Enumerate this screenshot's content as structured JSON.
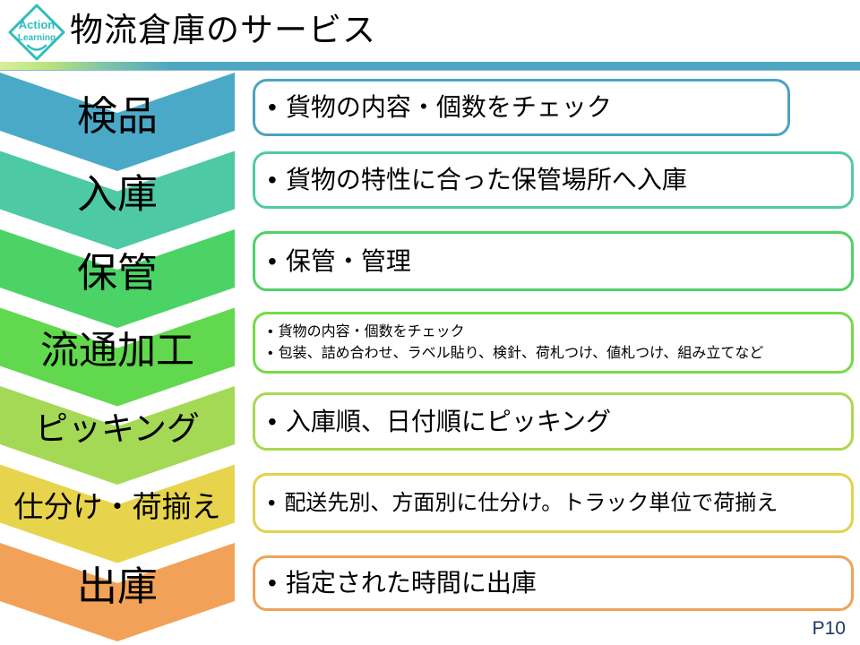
{
  "slide": {
    "title": "物流倉庫のサービス",
    "page_number": "P10",
    "logo": {
      "line1": "Action",
      "line2": "Learning",
      "color": "#2fbdbd"
    },
    "divider_colors": {
      "left": "#b7e37c",
      "right": "#4fa6c4"
    }
  },
  "steps": [
    {
      "label": "検品",
      "chevron_color": "#4BA9C8",
      "box_border": "#4BA3C0",
      "bullets": [
        "貨物の内容・個数をチェック"
      ]
    },
    {
      "label": "入庫",
      "chevron_color": "#4DC9A4",
      "box_border": "#52C9A7",
      "bullets": [
        "貨物の特性に合った保管場所へ入庫"
      ]
    },
    {
      "label": "保管",
      "chevron_color": "#4CD365",
      "box_border": "#4FD167",
      "bullets": [
        "保管・管理"
      ]
    },
    {
      "label": "流通加工",
      "chevron_color": "#62D84E",
      "box_border": "#74DB46",
      "bullets": [
        "貨物の内容・個数をチェック",
        "包装、詰め合わせ、ラベル貼り、検針、荷札つけ、値札つけ、組み立てなど"
      ]
    },
    {
      "label": "ピッキング",
      "chevron_color": "#A3D955",
      "box_border": "#A9D94F",
      "bullets": [
        "入庫順、日付順にピッキング"
      ]
    },
    {
      "label": "仕分け・荷揃え",
      "chevron_color": "#E8D44C",
      "box_border": "#E3D14B",
      "bullets": [
        "配送先別、方面別に仕分け。トラック単位で荷揃え"
      ]
    },
    {
      "label": "出庫",
      "chevron_color": "#F2A258",
      "box_border": "#EFA358",
      "bullets": [
        "指定された時間に出庫"
      ]
    }
  ]
}
